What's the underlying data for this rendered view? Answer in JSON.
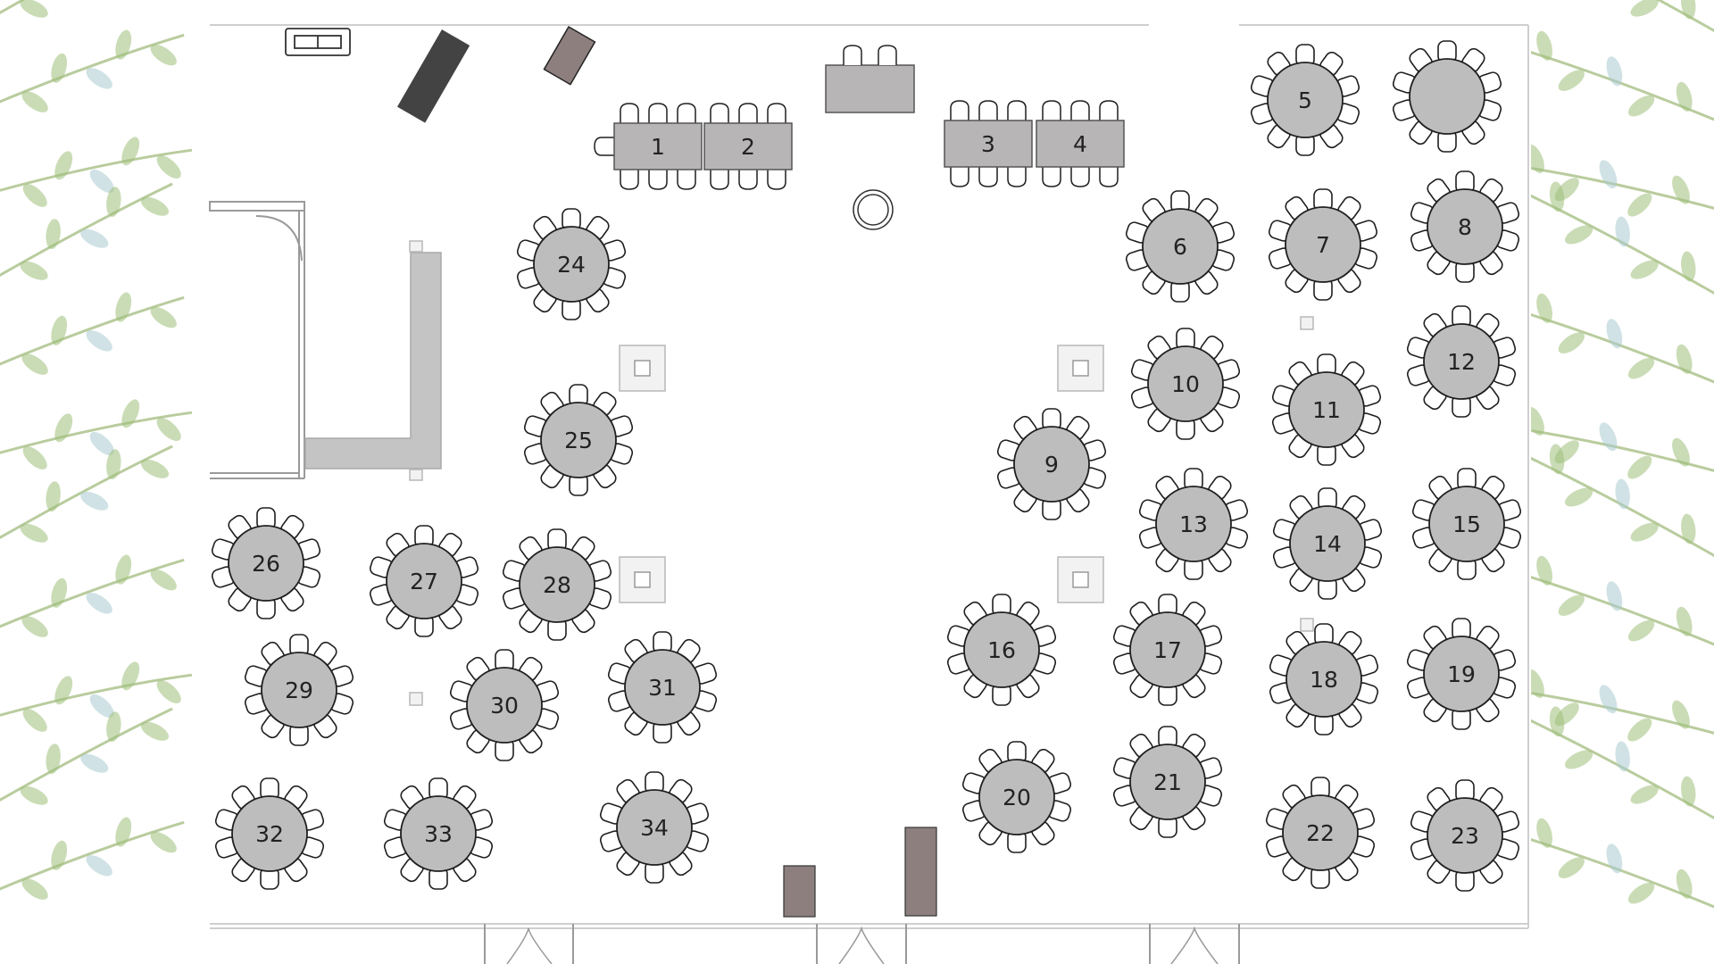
{
  "colors": {
    "table_fill": "#bdbdbd",
    "rect_table_fill": "#b7b5b5",
    "stroke": "#1f1f1f",
    "wall": "#cfcfcf",
    "dark_piece": "#434343",
    "mauve_piece": "#8e7f7f",
    "foliage_green": "#9fbf7a",
    "foliage_blue": "#a9cbd0"
  },
  "icons": [
    "leaf-icon",
    "chair-icon",
    "column-icon",
    "door-swing-icon",
    "sofa-icon"
  ],
  "round_tables": [
    {
      "label": "5"
    },
    {
      "label": ""
    },
    {
      "label": "6"
    },
    {
      "label": "7"
    },
    {
      "label": "8"
    },
    {
      "label": "24"
    },
    {
      "label": "10"
    },
    {
      "label": "11"
    },
    {
      "label": "12"
    },
    {
      "label": "25"
    },
    {
      "label": "9"
    },
    {
      "label": "13"
    },
    {
      "label": "14"
    },
    {
      "label": "15"
    },
    {
      "label": "26"
    },
    {
      "label": "27"
    },
    {
      "label": "28"
    },
    {
      "label": "16"
    },
    {
      "label": "17"
    },
    {
      "label": "18"
    },
    {
      "label": "19"
    },
    {
      "label": "29"
    },
    {
      "label": "30"
    },
    {
      "label": "31"
    },
    {
      "label": "20"
    },
    {
      "label": "21"
    },
    {
      "label": "32"
    },
    {
      "label": "33"
    },
    {
      "label": "34"
    },
    {
      "label": "22"
    },
    {
      "label": "23"
    }
  ],
  "rect_tables": [
    {
      "label": "1"
    },
    {
      "label": "2"
    },
    {
      "label": "3"
    },
    {
      "label": "4"
    }
  ]
}
